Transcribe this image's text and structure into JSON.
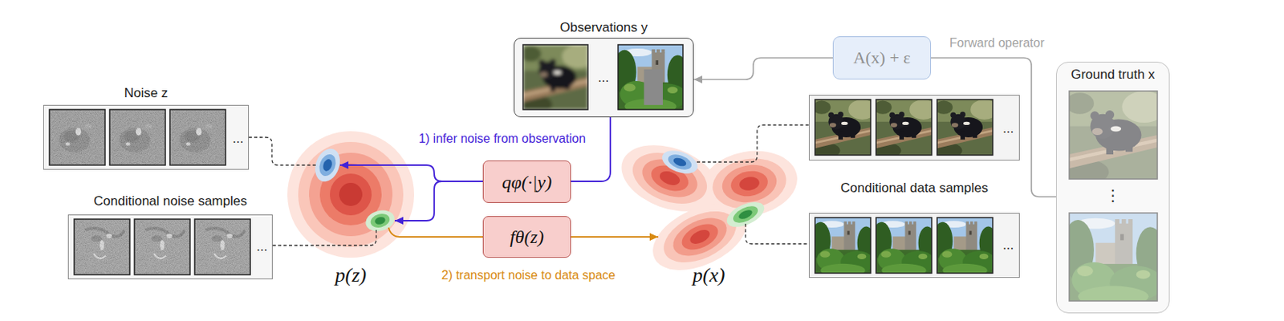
{
  "diagram": {
    "nodes": [
      {
        "text": [
          "Noise z",
          "..."
        ]
      },
      {
        "text": [
          "Conditional noise samples",
          "..."
        ]
      },
      {
        "text": [
          "Observations y",
          "..."
        ]
      },
      {
        "text": [
          "A(x) + ε",
          "Forward operator"
        ]
      },
      {
        "text": [
          "qφ(·|y)"
        ]
      },
      {
        "text": [
          "fθ(z)"
        ]
      },
      {
        "text": [
          "p(z)"
        ]
      },
      {
        "text": [
          "p(x)"
        ]
      },
      {
        "text": [
          "..."
        ]
      },
      {
        "text": [
          "Conditional data samples",
          "..."
        ]
      },
      {
        "text": [
          "Ground truth x",
          "⋮"
        ]
      }
    ],
    "edges": [
      {
        "from": 10,
        "to": 3,
        "arrow": "none"
      },
      {
        "from": 3,
        "to": 2,
        "arrow": "to"
      },
      {
        "from": 2,
        "to": 4,
        "arrow": "none"
      },
      {
        "from": 4,
        "to": 6,
        "arrow": "to",
        "label": "1) infer noise from observation"
      },
      {
        "from": 6,
        "to": 5,
        "arrow": "none"
      },
      {
        "from": 5,
        "to": 7,
        "arrow": "to",
        "label": "2) transport noise to data space"
      },
      {
        "from": 0,
        "to": 6,
        "arrow": "none"
      },
      {
        "from": 1,
        "to": 6,
        "arrow": "none"
      },
      {
        "from": 7,
        "to": 8,
        "arrow": "none"
      },
      {
        "from": 7,
        "to": 9,
        "arrow": "none"
      }
    ]
  }
}
